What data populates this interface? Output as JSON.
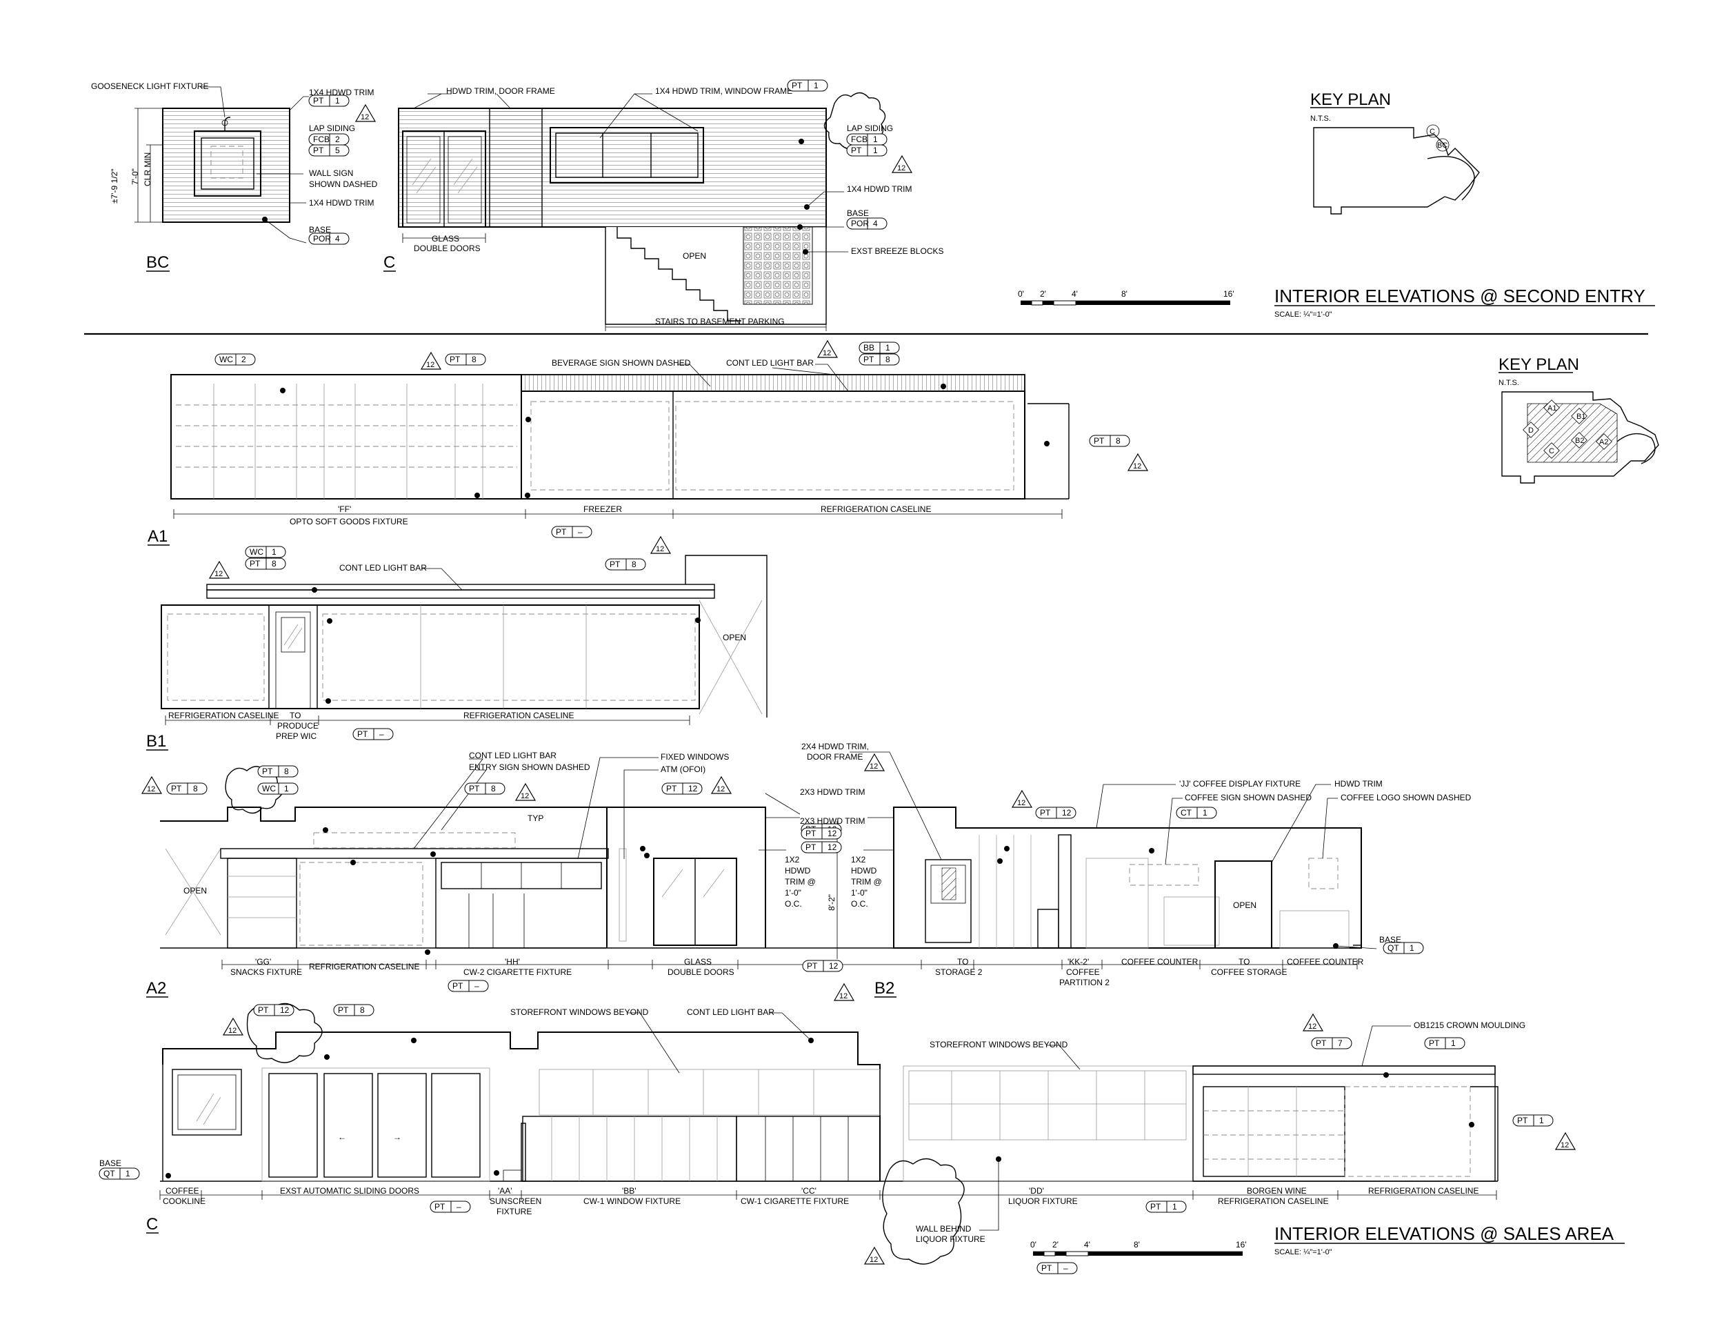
{
  "sections": {
    "second_entry": {
      "title": "INTERIOR ELEVATIONS @ SECOND ENTRY",
      "scale": "SCALE: ¼\"=1'-0\""
    },
    "sales_area": {
      "title": "INTERIOR ELEVATIONS @ SALES AREA",
      "scale": "SCALE: ¼\"=1'-0\""
    }
  },
  "key_plans": [
    {
      "title": "KEY PLAN",
      "nts": "N.T.S.",
      "markers": [
        "C",
        "BC"
      ]
    },
    {
      "title": "KEY PLAN",
      "nts": "N.T.S.",
      "markers": [
        "A1",
        "B1",
        "D",
        "B2",
        "C",
        "A2"
      ]
    }
  ],
  "scale_bar": {
    "ticks": [
      "0'",
      "2'",
      "4'",
      "8'",
      "16'"
    ]
  },
  "view_labels": [
    "BC",
    "C",
    "A1",
    "B1",
    "A2",
    "B2",
    "C"
  ],
  "revision_mark": "12",
  "tags": [
    {
      "c": "PT",
      "n": "1"
    },
    {
      "c": "FCB",
      "n": "2"
    },
    {
      "c": "PT",
      "n": "5"
    },
    {
      "c": "POR",
      "n": "4"
    },
    {
      "c": "PT",
      "n": "1"
    },
    {
      "c": "FCB",
      "n": "1"
    },
    {
      "c": "PT",
      "n": "1"
    },
    {
      "c": "POR",
      "n": "4"
    },
    {
      "c": "WC",
      "n": "2"
    },
    {
      "c": "PT",
      "n": "8"
    },
    {
      "c": "BB",
      "n": "1"
    },
    {
      "c": "PT",
      "n": "8"
    },
    {
      "c": "PT",
      "n": "8"
    },
    {
      "c": "PT",
      "n": "–"
    },
    {
      "c": "WC",
      "n": "1"
    },
    {
      "c": "PT",
      "n": "8"
    },
    {
      "c": "PT",
      "n": "8"
    },
    {
      "c": "PT",
      "n": "–"
    },
    {
      "c": "PT",
      "n": "8"
    },
    {
      "c": "PT",
      "n": "8"
    },
    {
      "c": "WC",
      "n": "1"
    },
    {
      "c": "PT",
      "n": "8"
    },
    {
      "c": "PT",
      "n": "12"
    },
    {
      "c": "PT",
      "n": "12"
    },
    {
      "c": "PT",
      "n": "12"
    },
    {
      "c": "PT",
      "n": "12"
    },
    {
      "c": "PT",
      "n": "12"
    },
    {
      "c": "CT",
      "n": "1"
    },
    {
      "c": "QT",
      "n": "1"
    },
    {
      "c": "PT",
      "n": "–"
    },
    {
      "c": "PT",
      "n": "12"
    },
    {
      "c": "PT",
      "n": "12"
    },
    {
      "c": "PT",
      "n": "8"
    },
    {
      "c": "QT",
      "n": "1"
    },
    {
      "c": "PT",
      "n": "7"
    },
    {
      "c": "PT",
      "n": "1"
    },
    {
      "c": "PT",
      "n": "1"
    },
    {
      "c": "PT",
      "n": "–"
    },
    {
      "c": "PT",
      "n": "1"
    },
    {
      "c": "PT",
      "n": "–"
    }
  ],
  "notes": {
    "bc": [
      "GOOSENECK LIGHT FIXTURE",
      "1X4 HDWD TRIM",
      "LAP SIDING",
      "WALL SIGN",
      "SHOWN DASHED",
      "1X4 HDWD TRIM",
      "BASE",
      "±7'-9 1/2\"",
      "7'-0\"",
      "CLR MIN"
    ],
    "c_top": [
      "HDWD TRIM, DOOR FRAME",
      "1X4 HDWD TRIM, WINDOW FRAME",
      "LAP SIDING",
      "1X4 HDWD TRIM",
      "BASE",
      "EXST BREEZE BLOCKS",
      "OPEN",
      "GLASS",
      "DOUBLE DOORS",
      "STAIRS TO BASEMENT PARKING"
    ],
    "a1": [
      "BEVERAGE SIGN SHOWN DASHED",
      "CONT LED LIGHT BAR",
      "'FF'",
      "OPTO SOFT GOODS FIXTURE",
      "FREEZER",
      "REFRIGERATION CASELINE"
    ],
    "b1": [
      "CONT LED LIGHT BAR",
      "OPEN",
      "REFRIGERATION CASELINE",
      "TO",
      "PRODUCE",
      "PREP WIC",
      "REFRIGERATION CASELINE"
    ],
    "a2": [
      "CONT LED LIGHT BAR",
      "ENTRY SIGN SHOWN DASHED",
      "FIXED WINDOWS",
      "ATM (OFOI)",
      "2X4 HDWD TRIM,",
      "DOOR FRAME",
      "2X3 HDWD TRIM",
      "2X3 HDWD TRIM",
      "OPEN",
      "'GG'",
      "SNACKS FIXTURE",
      "REFRIGERATION CASELINE",
      "'HH'",
      "CW-2 CIGARETTE FIXTURE",
      "GLASS",
      "DOUBLE DOORS",
      "1X2",
      "HDWD",
      "TRIM @",
      "1'-0\"",
      "O.C.",
      "8'-2\"",
      "1X2",
      "HDWD",
      "TRIM @",
      "1'-0\"",
      "O.C.",
      "TYP"
    ],
    "b2": [
      "'JJ' COFFEE DISPLAY FIXTURE",
      "COFFEE SIGN SHOWN DASHED",
      "HDWD TRIM",
      "COFFEE LOGO SHOWN DASHED",
      "OPEN",
      "TO",
      "STORAGE 2",
      "'KK-2'",
      "COFFEE",
      "PARTITION 2",
      "COFFEE COUNTER",
      "TO",
      "COFFEE STORAGE",
      "COFFEE COUNTER",
      "BASE"
    ],
    "c_bot": [
      "STOREFRONT WINDOWS BEYOND",
      "CONT LED LIGHT BAR",
      "STOREFRONT WINDOWS BEYOND",
      "OB1215 CROWN MOULDING",
      "BASE",
      "COFFEE",
      "COOKLINE",
      "EXST AUTOMATIC SLIDING DOORS",
      "'AA'",
      "SUNSCREEN",
      "FIXTURE",
      "'BB'",
      "CW-1 WINDOW FIXTURE",
      "'CC'",
      "CW-1 CIGARETTE FIXTURE",
      "'DD'",
      "LIQUOR FIXTURE",
      "WALL BEHIND",
      "LIQUOR FIXTURE",
      "BORGEN WINE",
      "REFRIGERATION CASELINE",
      "REFRIGERATION CASELINE",
      "←",
      "→"
    ]
  }
}
